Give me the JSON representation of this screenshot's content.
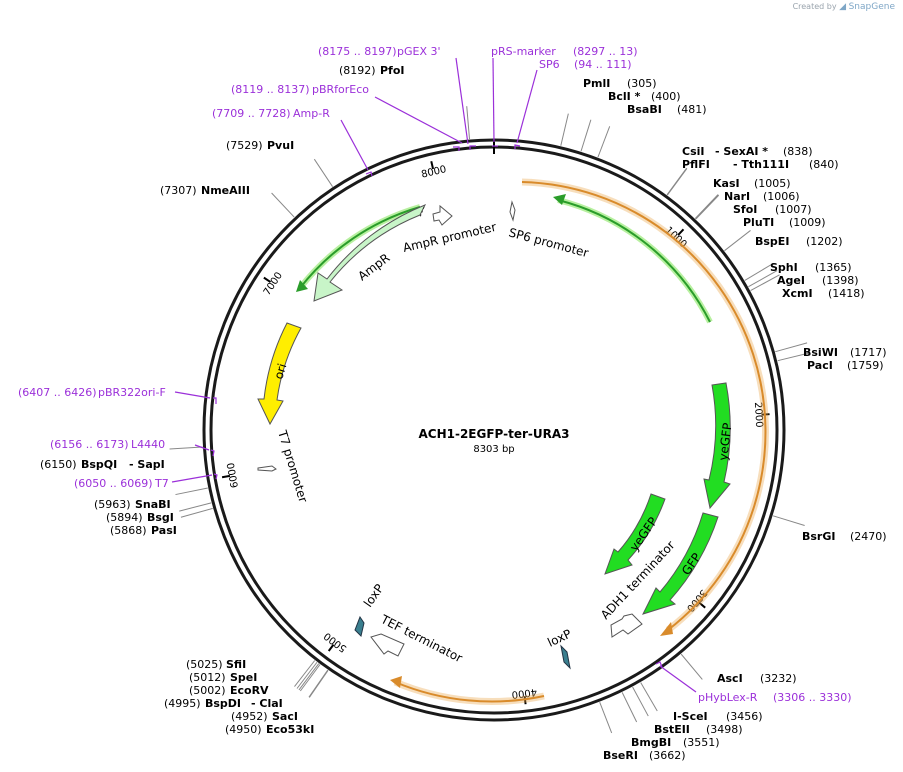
{
  "credit": {
    "prefix": "Created by",
    "brand": "SnapGene"
  },
  "plasmid": {
    "name": "ACH1-2EGFP-ter-URA3",
    "size_label": "8303 bp",
    "length": 8303
  },
  "ticks": [
    {
      "pos": 1000,
      "label": "1000"
    },
    {
      "pos": 2000,
      "label": "2000"
    },
    {
      "pos": 3000,
      "label": "3000"
    },
    {
      "pos": 4000,
      "label": "4000"
    },
    {
      "pos": 5000,
      "label": "5000"
    },
    {
      "pos": 6000,
      "label": "6000"
    },
    {
      "pos": 7000,
      "label": "7000"
    },
    {
      "pos": 8000,
      "label": "8000"
    }
  ],
  "colors": {
    "backbone": "#1a1a1a",
    "orange_feature": "#e8a040",
    "gfp": "#22dd22",
    "ampr": "#c8f5c8",
    "ori": "#ffee00",
    "loxp": "#3a7f8f",
    "primer": "#9b30d9",
    "site_line": "#888888"
  },
  "features": [
    {
      "name": "yeGFP",
      "label": "yeGFP"
    },
    {
      "name": "yeGFP-2",
      "label": "yeGFP"
    },
    {
      "name": "GFP",
      "label": "GFP"
    },
    {
      "name": "AmpR",
      "label": "AmpR"
    },
    {
      "name": "AmpR promoter",
      "label": "AmpR promoter"
    },
    {
      "name": "ori",
      "label": "ori"
    },
    {
      "name": "SP6 promoter",
      "label": "SP6 promoter"
    },
    {
      "name": "T7 promoter",
      "label": "T7 promoter"
    },
    {
      "name": "ADH1 terminator",
      "label": "ADH1 terminator"
    },
    {
      "name": "TEF terminator",
      "label": "TEF terminator"
    },
    {
      "name": "loxP-1",
      "label": "loxP"
    },
    {
      "name": "loxP-2",
      "label": "loxP"
    }
  ],
  "sites": [
    {
      "name": "PmlI",
      "pos": "(305)",
      "posn": 305
    },
    {
      "name": "BclI *",
      "pos": "(400)",
      "posn": 400
    },
    {
      "name": "BsaBI",
      "pos": "(481)",
      "posn": 481
    },
    {
      "name": "CsiI",
      "extra": "- SexAI *",
      "pos": "(838)",
      "posn": 838
    },
    {
      "name": "PflFI",
      "extra": "- Tth111I",
      "pos": "(840)",
      "posn": 840
    },
    {
      "name": "KasI",
      "pos": "(1005)",
      "posn": 1005
    },
    {
      "name": "NarI",
      "pos": "(1006)",
      "posn": 1006
    },
    {
      "name": "SfoI",
      "pos": "(1007)",
      "posn": 1007
    },
    {
      "name": "PluTI",
      "pos": "(1009)",
      "posn": 1009
    },
    {
      "name": "BspEI",
      "pos": "(1202)",
      "posn": 1202
    },
    {
      "name": "SphI",
      "pos": "(1365)",
      "posn": 1365
    },
    {
      "name": "AgeI",
      "pos": "(1398)",
      "posn": 1398
    },
    {
      "name": "XcmI",
      "pos": "(1418)",
      "posn": 1418
    },
    {
      "name": "BsiWI",
      "pos": "(1717)",
      "posn": 1717
    },
    {
      "name": "PacI",
      "pos": "(1759)",
      "posn": 1759
    },
    {
      "name": "BsrGI",
      "pos": "(2470)",
      "posn": 2470
    },
    {
      "name": "AscI",
      "pos": "(3232)",
      "posn": 3232
    },
    {
      "name": "I-SceI",
      "pos": "(3456)",
      "posn": 3456
    },
    {
      "name": "BstEII",
      "pos": "(3498)",
      "posn": 3498
    },
    {
      "name": "BmgBI",
      "pos": "(3551)",
      "posn": 3551
    },
    {
      "name": "BseRI",
      "pos": "(3662)",
      "posn": 3662
    },
    {
      "name": "SfiI",
      "pos": "(5025)",
      "posn": 5025
    },
    {
      "name": "SpeI",
      "pos": "(5012)",
      "posn": 5012
    },
    {
      "name": "EcoRV",
      "pos": "(5002)",
      "posn": 5002
    },
    {
      "name": "BspDI",
      "extra": "- ClaI",
      "pos": "(4995)",
      "posn": 4995
    },
    {
      "name": "SacI",
      "pos": "(4952)",
      "posn": 4952
    },
    {
      "name": "Eco53kI",
      "pos": "(4950)",
      "posn": 4950
    },
    {
      "name": "PasI",
      "pos": "(5868)",
      "posn": 5868
    },
    {
      "name": "BsgI",
      "pos": "(5894)",
      "posn": 5894
    },
    {
      "name": "SnaBI",
      "pos": "(5963)",
      "posn": 5963
    },
    {
      "name": "BspQI",
      "extra": "- SapI",
      "pos": "(6150)",
      "posn": 6150
    },
    {
      "name": "NmeAIII",
      "pos": "(7307)",
      "posn": 7307
    },
    {
      "name": "PvuI",
      "pos": "(7529)",
      "posn": 7529
    },
    {
      "name": "PfoI",
      "pos": "(8192)",
      "posn": 8192
    }
  ],
  "primers": [
    {
      "name": "pGEX 3'",
      "range": "(8175 .. 8197)"
    },
    {
      "name": "pBRforEco",
      "range": "(8119 .. 8137)"
    },
    {
      "name": "Amp-R",
      "range": "(7709 .. 7728)"
    },
    {
      "name": "pRS-marker",
      "range": "(8297 .. 13)"
    },
    {
      "name": "SP6",
      "range": "(94 .. 111)"
    },
    {
      "name": "pBR322ori-F",
      "range": "(6407 .. 6426)"
    },
    {
      "name": "L4440",
      "range": "(6156 .. 6173)"
    },
    {
      "name": "T7",
      "range": "(6050 .. 6069)"
    },
    {
      "name": "pHybLex-R",
      "range": "(3306 .. 3330)"
    }
  ]
}
